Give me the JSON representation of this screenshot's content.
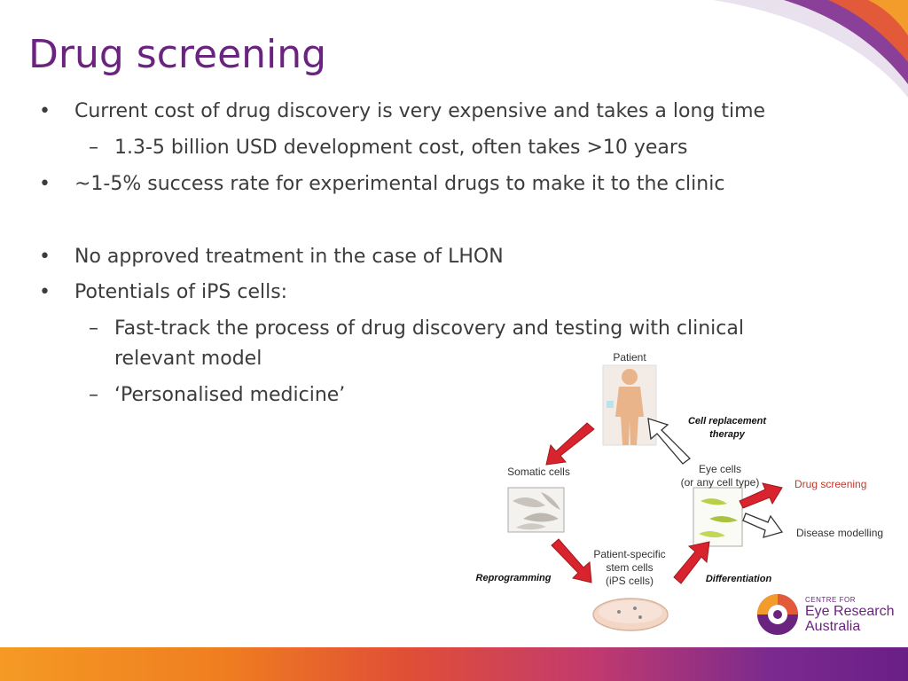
{
  "title": "Drug screening",
  "bullets": [
    {
      "level": 1,
      "text": "Current cost of drug discovery is very expensive and takes a long time"
    },
    {
      "level": 2,
      "text": "1.3-5 billion USD development cost, often takes >10 years"
    },
    {
      "level": 1,
      "text": "~1-5% success rate for experimental drugs to make it to the clinic"
    },
    {
      "level": 1,
      "text": "No approved treatment in the case of LHON"
    },
    {
      "level": 1,
      "text": "Potentials of iPS cells:"
    },
    {
      "level": 2,
      "text": "Fast-track the process of drug discovery and testing with clinical"
    },
    {
      "level": 2,
      "text": "relevant model"
    },
    {
      "level": 2,
      "text": "‘Personalised medicine’"
    }
  ],
  "diagram": {
    "patient": "Patient",
    "cell_replacement_1": "Cell replacement",
    "cell_replacement_2": "therapy",
    "somatic_cells": "Somatic cells",
    "eye_cells_1": "Eye cells",
    "eye_cells_2": "(or any cell type)",
    "drug_screening": "Drug screening",
    "disease_modelling": "Disease modelling",
    "ips_1": "Patient-specific",
    "ips_2": "stem cells",
    "ips_3": "(iPS cells)",
    "reprogramming": "Reprogramming",
    "differentiation": "Differentiation"
  },
  "logo": {
    "line1": "CENTRE FOR",
    "line2": "Eye Research",
    "line3": "Australia"
  },
  "colors": {
    "title": "#6b2380",
    "text": "#3c3c3c",
    "arrow_red": "#d9232e",
    "drug_screening": "#c0392b"
  }
}
